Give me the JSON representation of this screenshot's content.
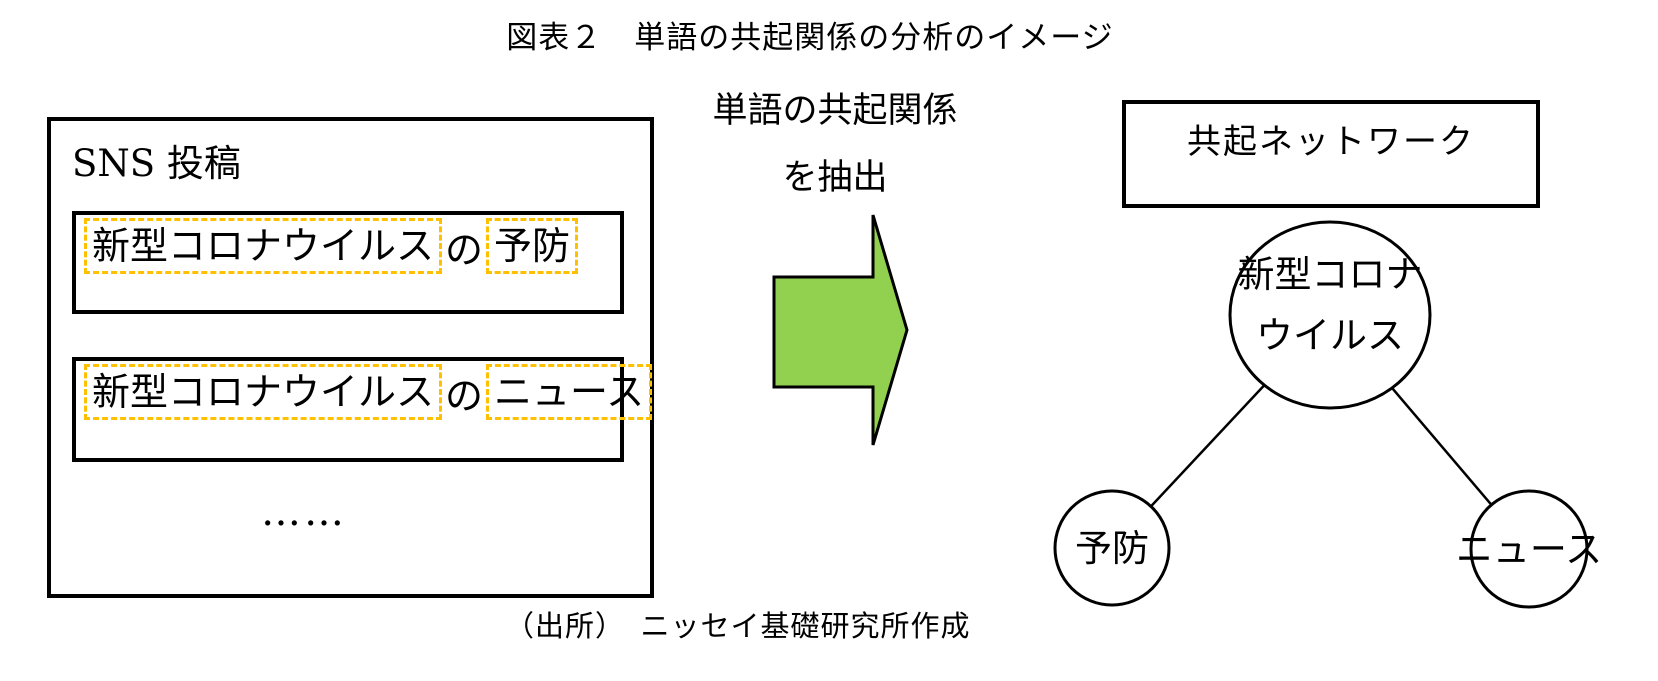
{
  "title": "図表２　単語の共起関係の分析のイメージ",
  "colors": {
    "dashed_highlight": "#FFC000",
    "arrow_fill": "#92D050",
    "outline": "#000000",
    "background": "#FFFFFF"
  },
  "sns_panel": {
    "label": "SNS 投稿",
    "posts": [
      {
        "highlighted_1": "新型コロナウイルス",
        "particle": "の",
        "highlighted_2": "予防"
      },
      {
        "highlighted_1": "新型コロナウイルス",
        "particle": "の",
        "highlighted_2": "ニュース"
      }
    ],
    "ellipsis": "……"
  },
  "process": {
    "label_line1": "単語の共起関係",
    "label_line2": "を抽出",
    "arrow_icon": "right-block-arrow"
  },
  "network_panel": {
    "label": "共起ネットワーク",
    "nodes": [
      {
        "id": "center",
        "label_line1": "新型コロナ",
        "label_line2": "ウイルス"
      },
      {
        "id": "left",
        "label": "予防"
      },
      {
        "id": "right",
        "label": "ニュース"
      }
    ],
    "edges": [
      {
        "from": "新型コロナウイルス",
        "to": "予防"
      },
      {
        "from": "新型コロナウイルス",
        "to": "ニュース"
      }
    ]
  },
  "caption": "（出所）　ニッセイ基礎研究所作成"
}
